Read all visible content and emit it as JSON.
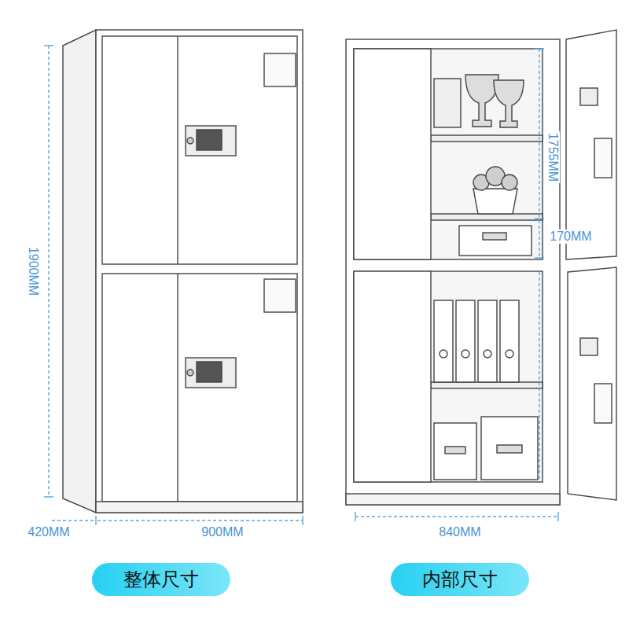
{
  "diagram": {
    "nodes": [
      {
        "text": [
          "整体尺寸"
        ]
      },
      {
        "text": [
          "内部尺寸"
        ]
      }
    ],
    "labels": [
      "1900MM",
      "420MM",
      "900MM",
      "1755MM",
      "170MM",
      "840MM"
    ]
  }
}
